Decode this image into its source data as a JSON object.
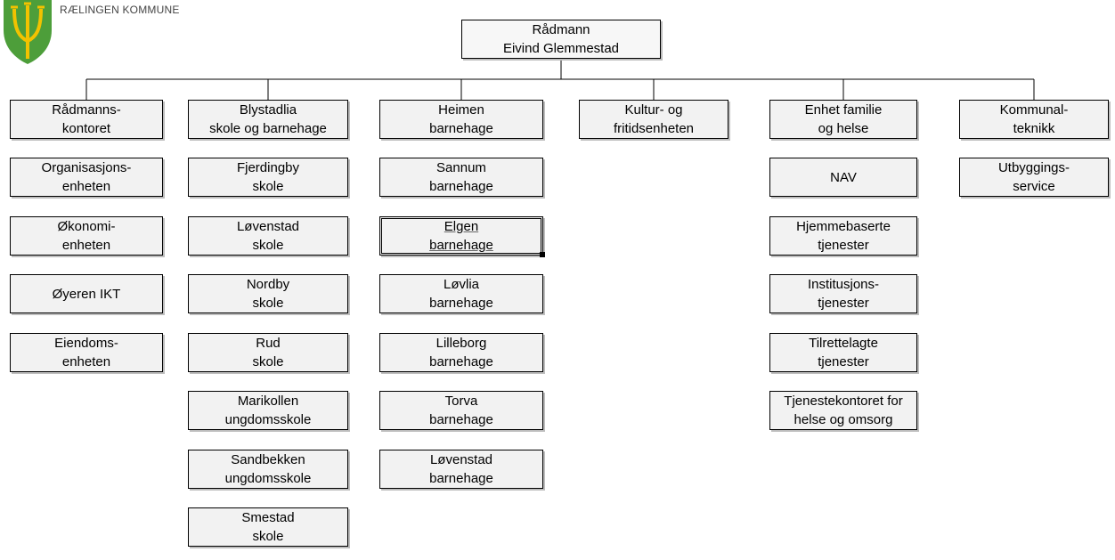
{
  "header": {
    "organization": "RÆLINGEN KOMMUNE"
  },
  "chart_data": {
    "type": "org-chart",
    "root": "Rådmann\nEivind Glemmestad",
    "columns": [
      {
        "head": "Rådmanns-\nkontoret",
        "units": [
          "Organisasjons-\nenheten",
          "Økonomi-\nenheten",
          "Øyeren IKT",
          "Eiendoms-\nenheten"
        ]
      },
      {
        "head": "Blystadlia\nskole og barnehage",
        "units": [
          "Fjerdingby\nskole",
          "Løvenstad\nskole",
          "Nordby\nskole",
          "Rud\nskole",
          "Marikollen\nungdomsskole",
          "Sandbekken\nungdomsskole",
          "Smestad\nskole"
        ]
      },
      {
        "head": "Heimen\nbarnehage",
        "units": [
          "Sannum\nbarnehage",
          "Elgen\nbarnehage",
          "Løvlia\nbarnehage",
          "Lilleborg\nbarnehage",
          "Torva\nbarnehage",
          "Løvenstad\nbarnehage"
        ]
      },
      {
        "head": "Kultur- og\nfritidsenheten",
        "units": []
      },
      {
        "head": "Enhet familie\nog helse",
        "units": [
          "NAV",
          "Hjemmebaserte\ntjenester",
          "Institusjons-\ntjenester",
          "Tilrettelagte\ntjenester",
          "Tjenestekontoret for\nhelse og omsorg"
        ]
      },
      {
        "head": "Kommunal-\nteknikk",
        "units": [
          "Utbyggings-\nservice"
        ]
      }
    ],
    "selected_unit": "Elgen\nbarnehage"
  },
  "colors": {
    "box_fill": "#f2f2f2",
    "border": "#000000",
    "logo_green": "#4d9e3a",
    "logo_yellow": "#f2c200"
  }
}
